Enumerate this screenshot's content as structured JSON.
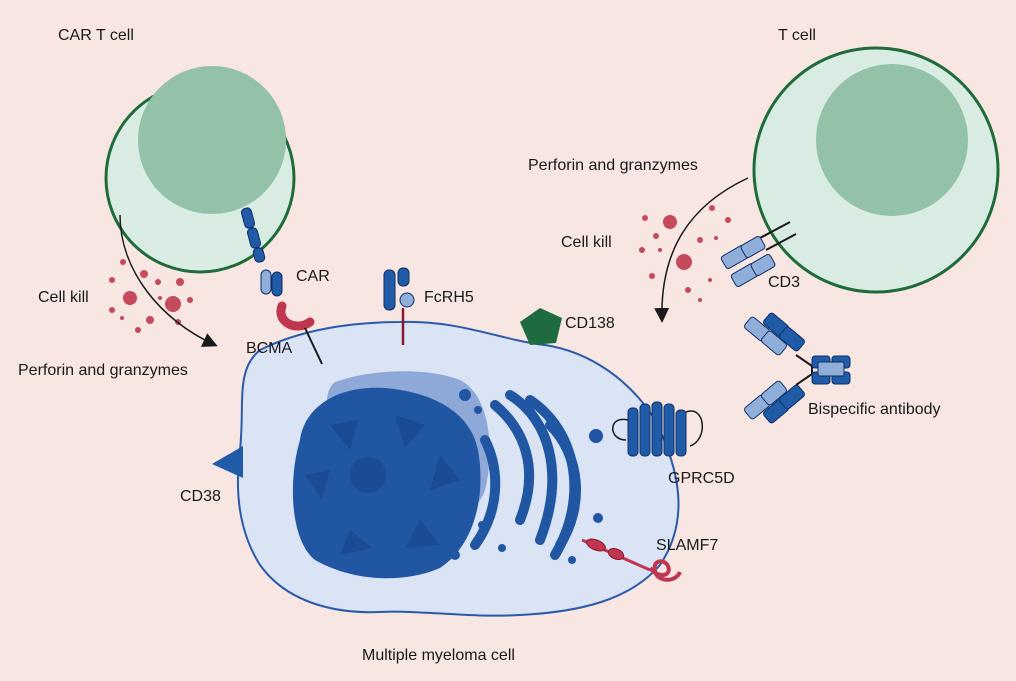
{
  "labels": {
    "car_t_cell": "CAR T cell",
    "t_cell": "T cell",
    "perforin_left": "Perforin and granzymes",
    "perforin_right": "Perforin and granzymes",
    "cell_kill_left": "Cell kill",
    "cell_kill_right": "Cell kill",
    "car": "CAR",
    "bcma": "BCMA",
    "fcrh5": "FcRH5",
    "cd138": "CD138",
    "cd3": "CD3",
    "cd38": "CD38",
    "bispecific_antibody": "Bispecific antibody",
    "gprc5d": "GPRC5D",
    "slamf7": "SLAMF7",
    "myeloma_cell": "Multiple myeloma cell"
  },
  "colors": {
    "background": "#f7e6e2",
    "t_cell_fill": "#d8ece4",
    "t_cell_outline": "#1f6b3a",
    "nucleus_green": "#93c2a8",
    "myeloma_fill": "#dae4f4",
    "myeloma_outline": "#2a5aa8",
    "nucleus_blue": "#2156a3",
    "nucleus_light": "#8ea8d8",
    "receptor_blue": "#1f5ba6",
    "receptor_light": "#8faed9",
    "granule_red": "#c44a5c",
    "cd138_green": "#1d6b3f",
    "slamf7_red": "#c03650"
  }
}
